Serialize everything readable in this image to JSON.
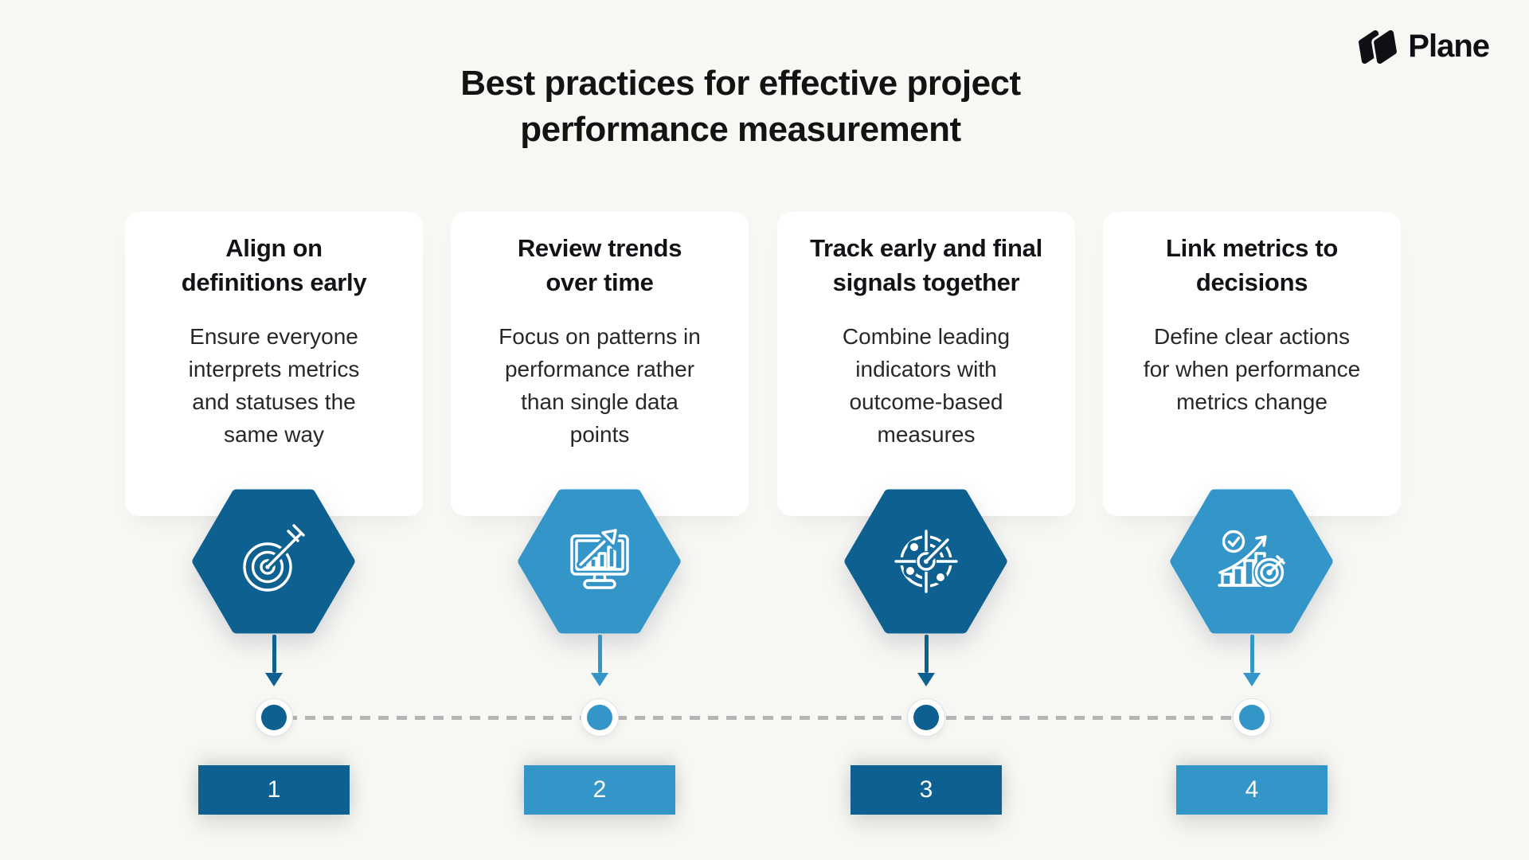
{
  "page": {
    "background": "#f7f7f4"
  },
  "brand": {
    "name": "Plane",
    "logo_icon": "plane-logomark",
    "color": "#101014"
  },
  "header": {
    "title": "Best practices for effective project\nperformance measurement"
  },
  "colors": {
    "dark_blue": "#0d608f",
    "light_blue": "#3496c8",
    "timeline_gray": "#b5b5b5",
    "card_background": "#ffffff",
    "page_background": "#f7f7f4",
    "text_dark": "#141414"
  },
  "timeline": {
    "style": "dashed",
    "dot_count": 4
  },
  "steps": [
    {
      "number": "1",
      "tone": "dark",
      "icon": "target-dart-icon",
      "title": "Align on\ndefinitions early",
      "description": "Ensure everyone\ninterprets metrics\nand statuses the\nsame way"
    },
    {
      "number": "2",
      "tone": "light",
      "icon": "monitor-trend-chart-icon",
      "title": "Review trends\nover time",
      "description": "Focus on patterns in\nperformance rather\nthan single data\npoints"
    },
    {
      "number": "3",
      "tone": "dark",
      "icon": "radar-icon",
      "title": "Track early and final\nsignals together",
      "description": "Combine leading\nindicators with\noutcome-based\nmeasures"
    },
    {
      "number": "4",
      "tone": "light",
      "icon": "growth-chart-target-icon",
      "title": "Link metrics to\ndecisions",
      "description": "Define clear actions\nfor when performance\nmetrics change"
    }
  ]
}
